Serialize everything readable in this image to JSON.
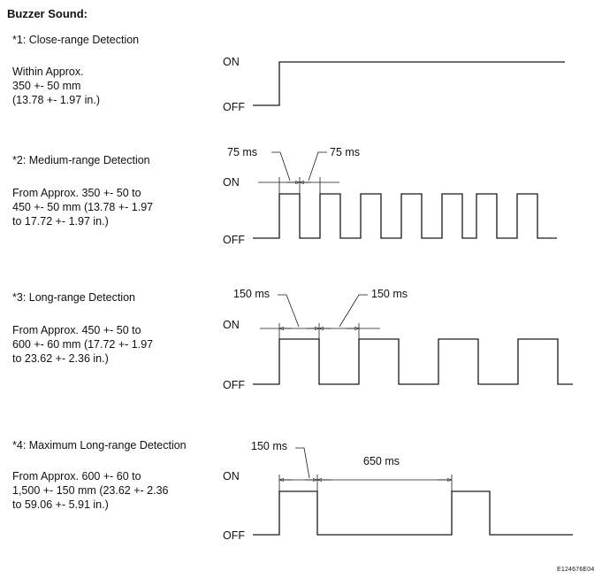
{
  "title": "Buzzer Sound:",
  "sections": [
    {
      "heading": "*1: Close-range Detection",
      "description": [
        "Within Approx.",
        "350 +- 50 mm",
        "(13.78 +- 1.97 in.)"
      ],
      "on_label": "ON",
      "off_label": "OFF",
      "annotations": []
    },
    {
      "heading": "*2: Medium-range Detection",
      "description": [
        "From Approx. 350 +- 50 to",
        "450 +- 50 mm (13.78 +- 1.97",
        "to 17.72 +- 1.97 in.)"
      ],
      "on_label": "ON",
      "off_label": "OFF",
      "annotations": [
        "75 ms",
        "75 ms"
      ]
    },
    {
      "heading": "*3: Long-range Detection",
      "description": [
        "From Approx. 450 +- 50 to",
        "600 +- 60 mm (17.72 +- 1.97",
        "to 23.62 +- 2.36 in.)"
      ],
      "on_label": "ON",
      "off_label": "OFF",
      "annotations": [
        "150 ms",
        "150 ms"
      ]
    },
    {
      "heading": "*4: Maximum Long-range Detection",
      "description": [
        "From Approx. 600 +- 60  to",
        "1,500 +- 150 mm (23.62 +- 2.36",
        "to 59.06 +- 5.91 in.)"
      ],
      "on_label": "ON",
      "off_label": "OFF",
      "annotations": [
        "150 ms",
        "650 ms"
      ]
    }
  ],
  "figure_code": "E124676E04"
}
